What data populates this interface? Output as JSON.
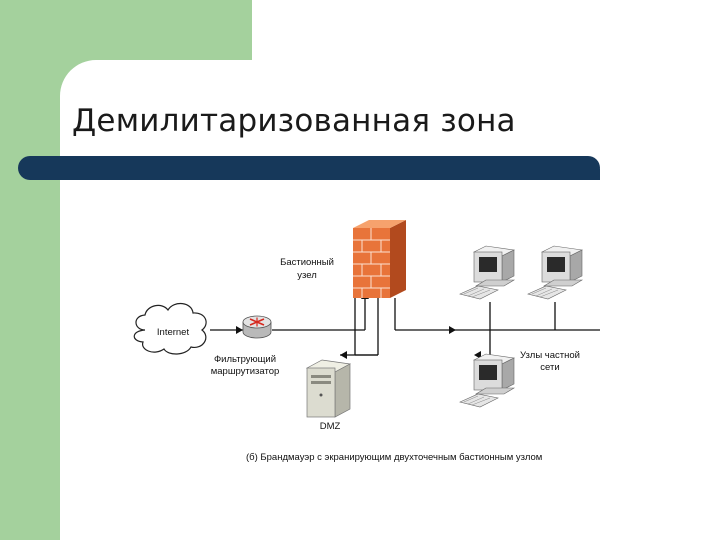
{
  "slide": {
    "title": "Демилитаризованная зона"
  },
  "diagram": {
    "labels": {
      "internet": "Internet",
      "bastion_line1": "Бастионный",
      "bastion_line2": "узел",
      "router_line1": "Фильтрующий",
      "router_line2": "маршрутизатор",
      "private_line1": "Узлы частной",
      "private_line2": "сети",
      "dmz": "DMZ"
    },
    "caption": "(б) Брандмауэр с экранирующим двухточечным бастионным узлом"
  },
  "colors": {
    "green_accent": "#a4d19d",
    "title_bar": "#16385a",
    "firewall_brick": "#e8743a"
  }
}
